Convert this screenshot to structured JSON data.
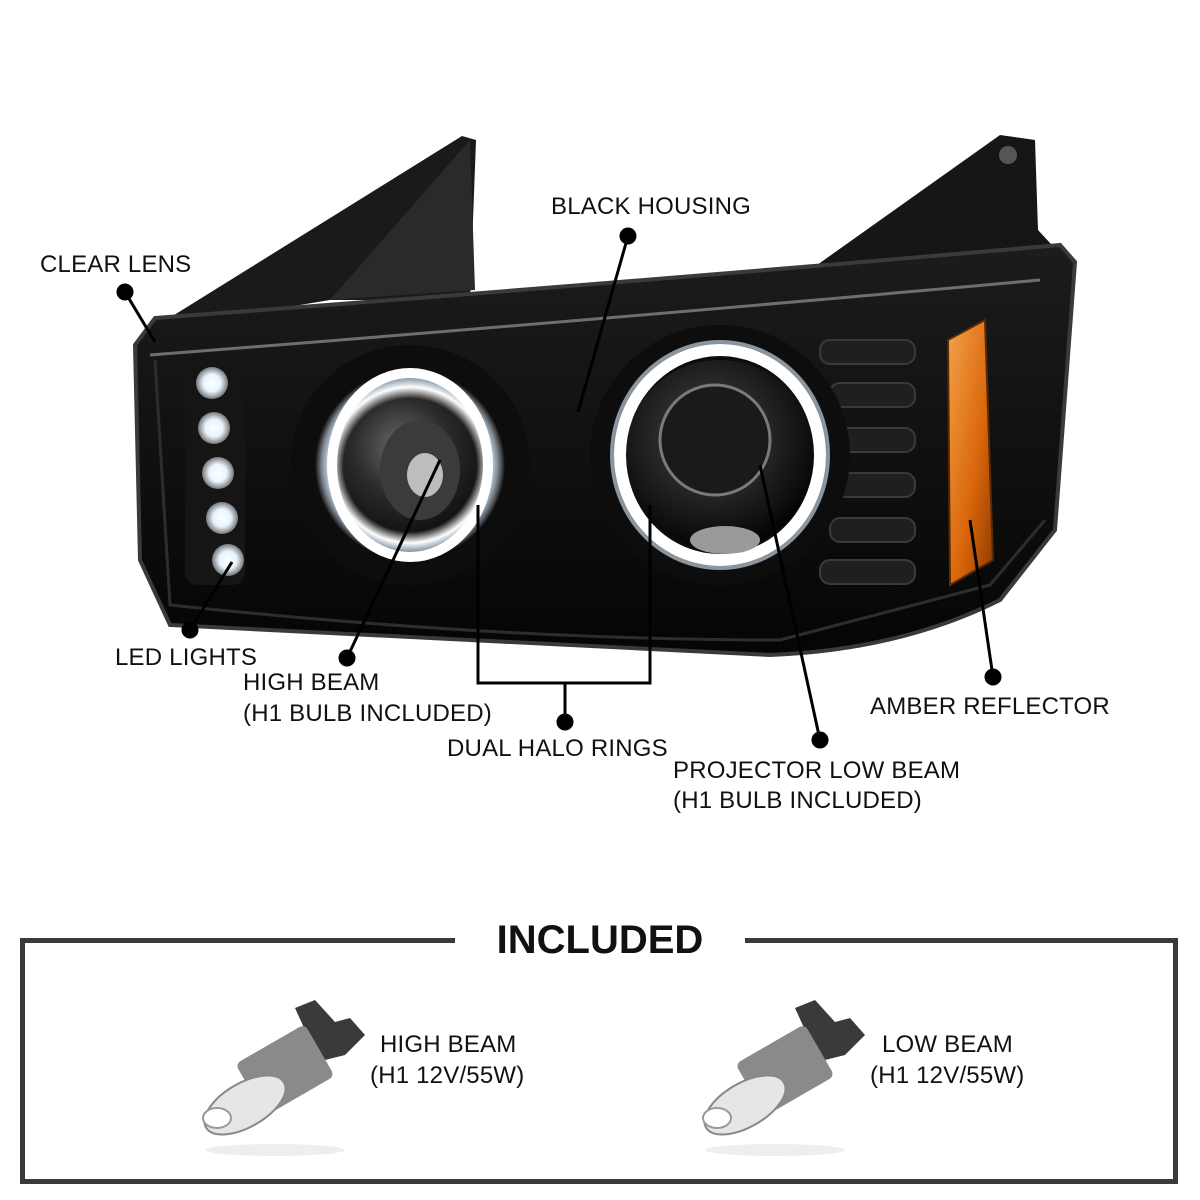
{
  "callouts": {
    "clear_lens": "CLEAR LENS",
    "black_housing": "BLACK HOUSING",
    "led_lights": "LED LIGHTS",
    "high_beam_line1": "HIGH BEAM",
    "high_beam_line2": "(H1 BULB INCLUDED)",
    "dual_halo_rings": "DUAL HALO RINGS",
    "projector_line1": "PROJECTOR LOW BEAM",
    "projector_line2": "(H1 BULB INCLUDED)",
    "amber_reflector": "AMBER REFLECTOR"
  },
  "included": {
    "title": "INCLUDED",
    "items": [
      {
        "line1": "HIGH BEAM",
        "line2": "(H1 12V/55W)"
      },
      {
        "line1": "LOW BEAM",
        "line2": "(H1 12V/55W)"
      }
    ]
  },
  "colors": {
    "housing": "#0b0b0b",
    "halo": "#ffffff",
    "amber": "#e07a10",
    "border": "#3a3a3a"
  }
}
